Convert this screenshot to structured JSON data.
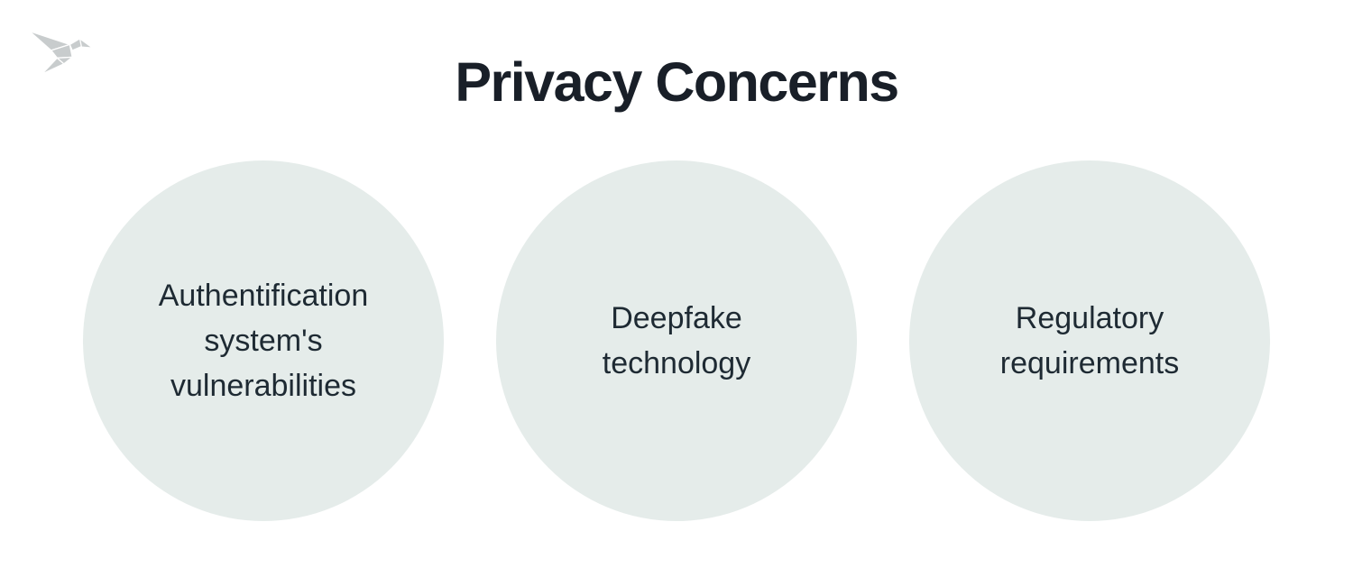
{
  "theme": {
    "background": "#ffffff",
    "title_color": "#191f28",
    "circle_fill": "#e5ecea",
    "circle_text_color": "#1e2a33",
    "logo_color": "#c8cccd"
  },
  "logo": {
    "name": "origami-bird-logo"
  },
  "title": {
    "text": "Privacy Concerns"
  },
  "circles": {
    "items": [
      {
        "label": "Authentification system's vulnerabilities"
      },
      {
        "label": "Deepfake technology"
      },
      {
        "label": "Regulatory requirements"
      }
    ]
  }
}
